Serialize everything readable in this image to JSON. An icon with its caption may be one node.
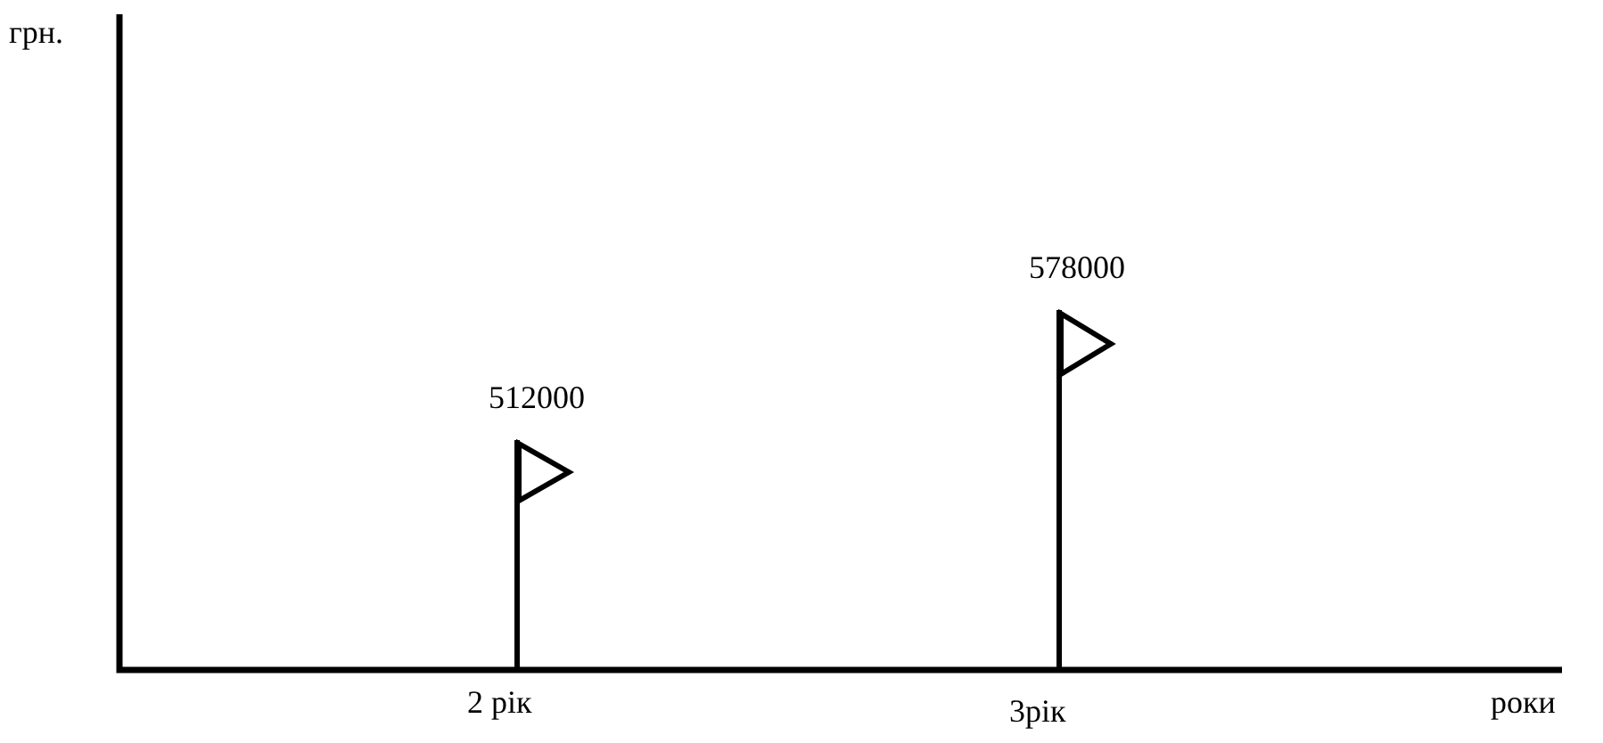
{
  "diagram": {
    "labels": [
      "грн.",
      "512000",
      "578000",
      "2 рік",
      "3рік",
      "роки"
    ]
  }
}
